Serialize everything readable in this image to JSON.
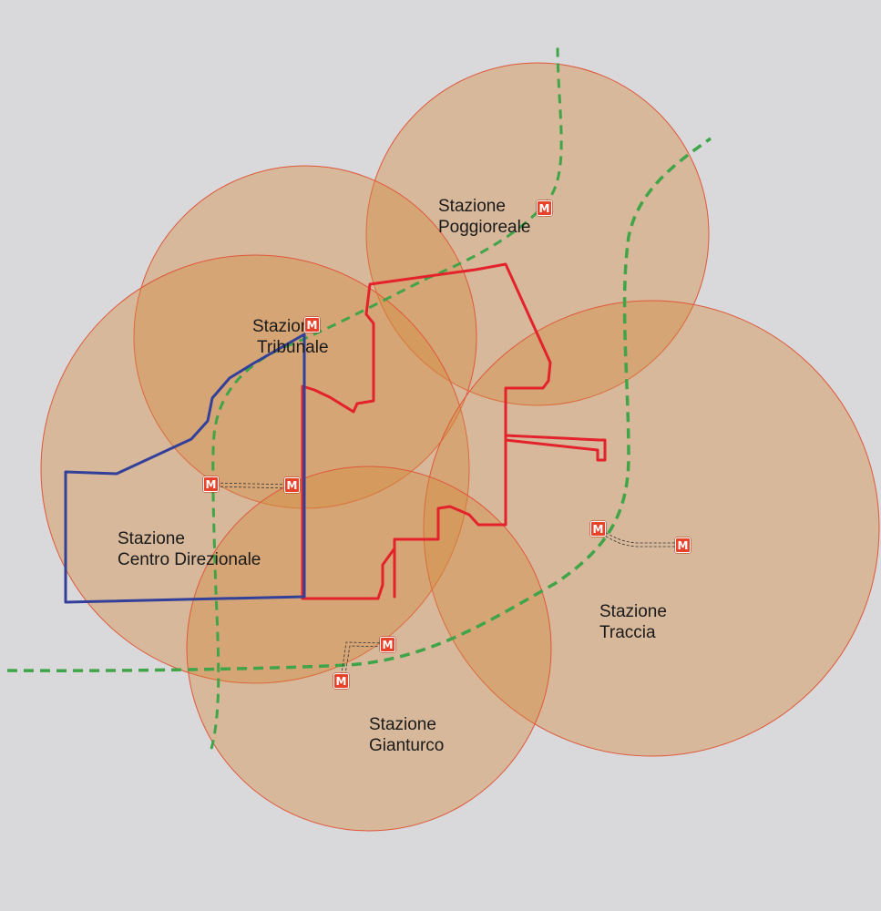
{
  "map": {
    "colors": {
      "background": "#d9d8da",
      "catchment_fill": "#d4893c",
      "catchment_stroke": "#e0573a",
      "red_boundary": "#e3222b",
      "blue_boundary": "#33409a",
      "green_rail": "#3fa548",
      "metro_icon": "#e8432a"
    },
    "icon_glyph": "M",
    "stations": [
      {
        "id": "poggioreale",
        "line1": "Stazione",
        "line2": "Poggioreale"
      },
      {
        "id": "tribunale",
        "line1": "Stazione",
        "line2": "Tribunale"
      },
      {
        "id": "centro-direzionale",
        "line1": "Stazione",
        "line2": "Centro Direzionale"
      },
      {
        "id": "traccia",
        "line1": "Stazione",
        "line2": "Traccia"
      },
      {
        "id": "gianturco",
        "line1": "Stazione",
        "line2": "Gianturco"
      }
    ]
  }
}
